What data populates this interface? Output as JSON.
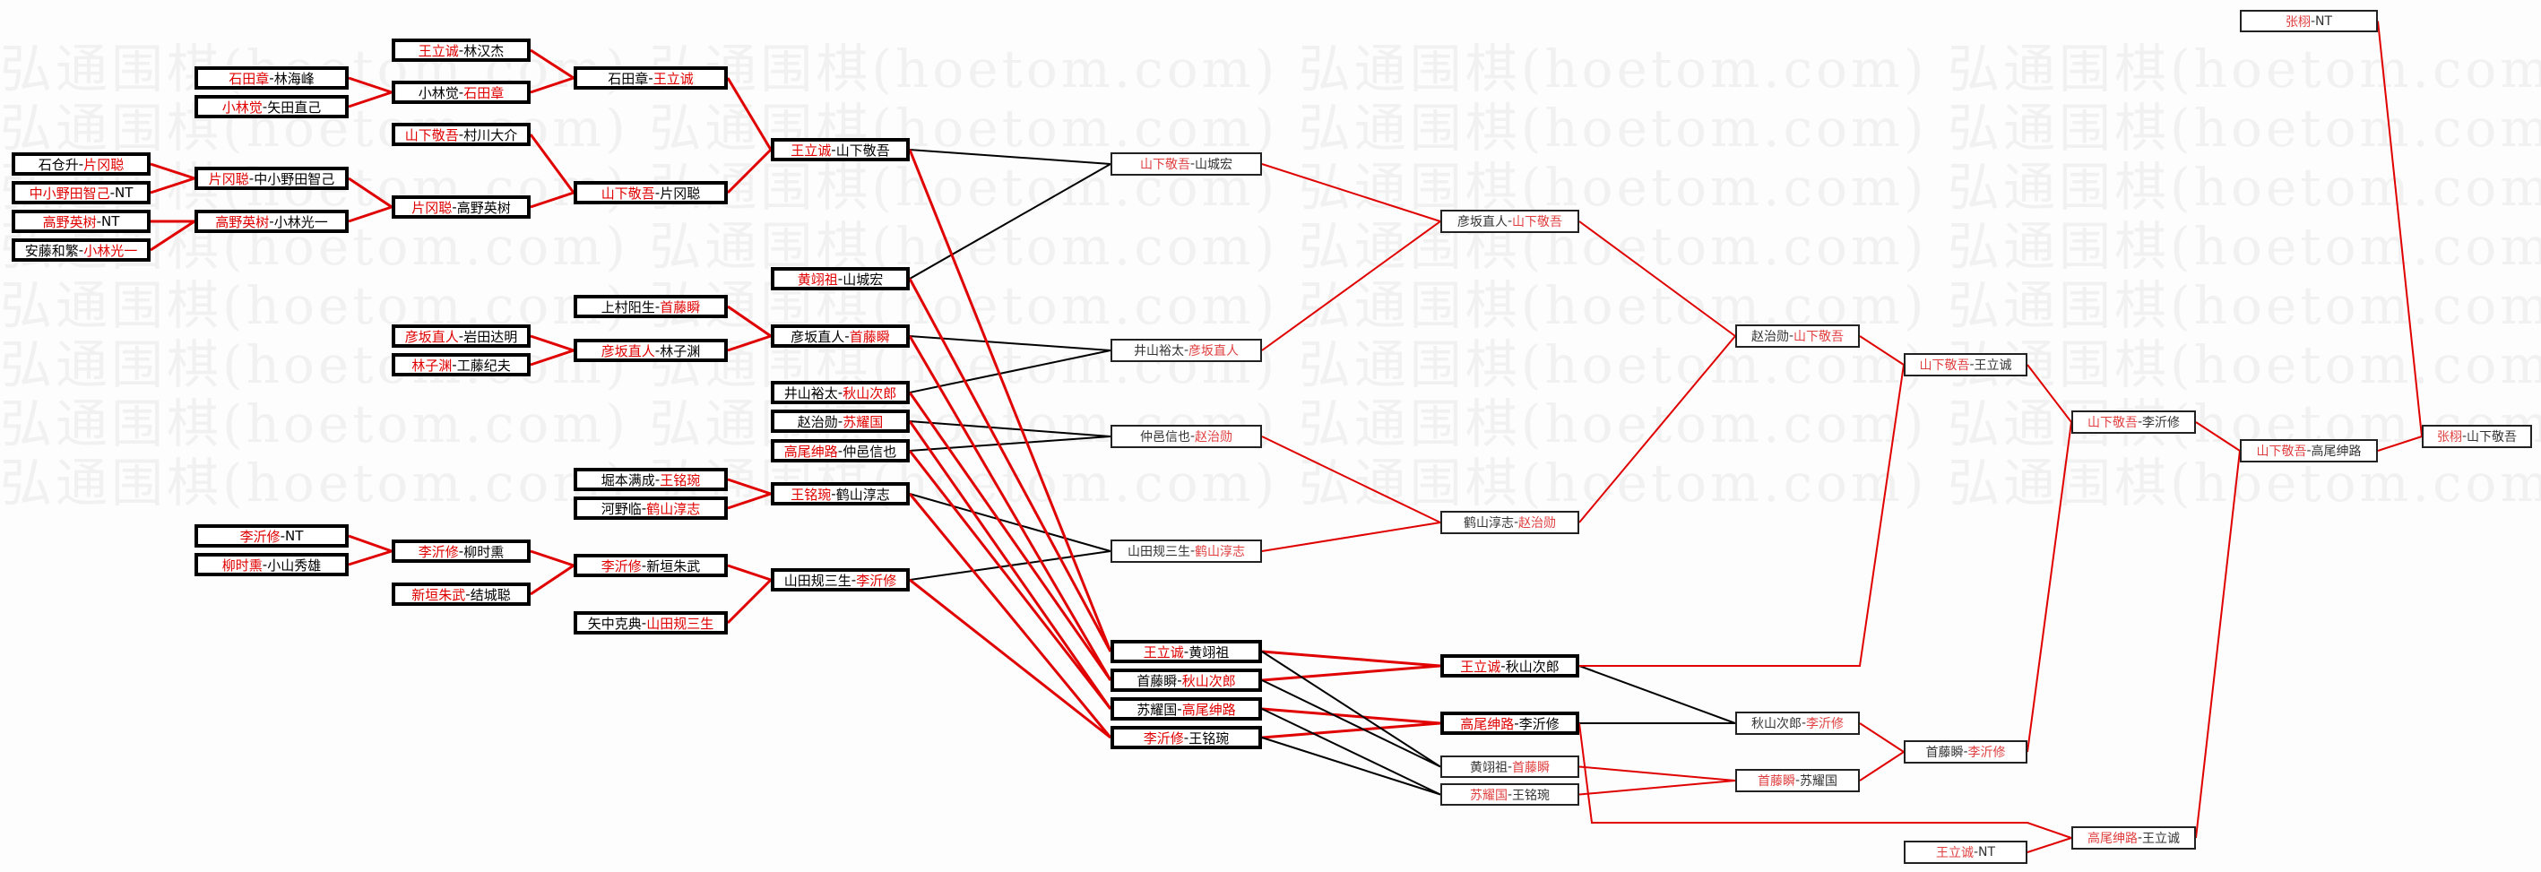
{
  "watermark": "弘通围棋(hoetom.com)",
  "colors": {
    "winner": "#e00000",
    "line_winner": "#e00000",
    "line_loser": "#000000"
  },
  "matches": [
    {
      "id": "m1",
      "p1": "石仓升",
      "p2": "片冈聪",
      "winner": 2
    },
    {
      "id": "m2",
      "p1": "中小野田智己",
      "p2": "NT",
      "winner": 1
    },
    {
      "id": "m3",
      "p1": "高野英树",
      "p2": "NT",
      "winner": 1
    },
    {
      "id": "m4",
      "p1": "安藤和繁",
      "p2": "小林光一",
      "winner": 2
    },
    {
      "id": "m5",
      "p1": "石田章",
      "p2": "林海峰",
      "winner": 1
    },
    {
      "id": "m6",
      "p1": "小林觉",
      "p2": "矢田直己",
      "winner": 1
    },
    {
      "id": "m7",
      "p1": "片冈聪",
      "p2": "中小野田智己",
      "winner": 1
    },
    {
      "id": "m8",
      "p1": "高野英树",
      "p2": "小林光一",
      "winner": 1
    },
    {
      "id": "m9",
      "p1": "彦坂直人",
      "p2": "岩田达明",
      "winner": 1
    },
    {
      "id": "m10",
      "p1": "林子渊",
      "p2": "工藤纪夫",
      "winner": 1
    },
    {
      "id": "m11",
      "p1": "李沂修",
      "p2": "NT",
      "winner": 1
    },
    {
      "id": "m12",
      "p1": "柳时熏",
      "p2": "小山秀雄",
      "winner": 1
    },
    {
      "id": "m13",
      "p1": "李沂修",
      "p2": "柳时熏",
      "winner": 1
    },
    {
      "id": "m14",
      "p1": "新垣朱武",
      "p2": "结城聪",
      "winner": 1
    },
    {
      "id": "m15",
      "p1": "王立诚",
      "p2": "林汉杰",
      "winner": 1
    },
    {
      "id": "m16",
      "p1": "小林觉",
      "p2": "石田章",
      "winner": 2
    },
    {
      "id": "m17",
      "p1": "山下敬吾",
      "p2": "村川大介",
      "winner": 1
    },
    {
      "id": "m18",
      "p1": "片冈聪",
      "p2": "高野英树",
      "winner": 1
    },
    {
      "id": "m19",
      "p1": "上村阳生",
      "p2": "首藤瞬",
      "winner": 2
    },
    {
      "id": "m20",
      "p1": "彦坂直人",
      "p2": "林子渊",
      "winner": 1
    },
    {
      "id": "m21",
      "p1": "堀本满成",
      "p2": "王铭琬",
      "winner": 2
    },
    {
      "id": "m22",
      "p1": "河野临",
      "p2": "鹤山淳志",
      "winner": 2
    },
    {
      "id": "m23",
      "p1": "李沂修",
      "p2": "新垣朱武",
      "winner": 1
    },
    {
      "id": "m24",
      "p1": "矢中克典",
      "p2": "山田规三生",
      "winner": 2
    },
    {
      "id": "m25",
      "p1": "石田章",
      "p2": "王立诚",
      "winner": 2
    },
    {
      "id": "m26",
      "p1": "山下敬吾",
      "p2": "片冈聪",
      "winner": 1
    },
    {
      "id": "m27",
      "p1": "王立诚",
      "p2": "山下敬吾",
      "winner": 1
    },
    {
      "id": "m28",
      "p1": "黄翊祖",
      "p2": "山城宏",
      "winner": 1
    },
    {
      "id": "m29",
      "p1": "彦坂直人",
      "p2": "首藤瞬",
      "winner": 2
    },
    {
      "id": "m30",
      "p1": "井山裕太",
      "p2": "秋山次郎",
      "winner": 2
    },
    {
      "id": "m31",
      "p1": "赵治勋",
      "p2": "苏耀国",
      "winner": 2
    },
    {
      "id": "m32",
      "p1": "高尾绅路",
      "p2": "仲邑信也",
      "winner": 1
    },
    {
      "id": "m33",
      "p1": "王铭琬",
      "p2": "鹤山淳志",
      "winner": 1
    },
    {
      "id": "m34",
      "p1": "山田规三生",
      "p2": "李沂修",
      "winner": 2
    },
    {
      "id": "m35",
      "p1": "山下敬吾",
      "p2": "山城宏",
      "winner": 1
    },
    {
      "id": "m36",
      "p1": "井山裕太",
      "p2": "彦坂直人",
      "winner": 2
    },
    {
      "id": "m37",
      "p1": "仲邑信也",
      "p2": "赵治勋",
      "winner": 2
    },
    {
      "id": "m38",
      "p1": "山田规三生",
      "p2": "鹤山淳志",
      "winner": 2
    },
    {
      "id": "m39",
      "p1": "王立诚",
      "p2": "黄翊祖",
      "winner": 1
    },
    {
      "id": "m40",
      "p1": "首藤瞬",
      "p2": "秋山次郎",
      "winner": 2
    },
    {
      "id": "m41",
      "p1": "苏耀国",
      "p2": "高尾绅路",
      "winner": 2
    },
    {
      "id": "m42",
      "p1": "李沂修",
      "p2": "王铭琬",
      "winner": 1
    },
    {
      "id": "m43",
      "p1": "彦坂直人",
      "p2": "山下敬吾",
      "winner": 2
    },
    {
      "id": "m44",
      "p1": "鹤山淳志",
      "p2": "赵治勋",
      "winner": 2
    },
    {
      "id": "m45",
      "p1": "王立诚",
      "p2": "秋山次郎",
      "winner": 1
    },
    {
      "id": "m46",
      "p1": "高尾绅路",
      "p2": "李沂修",
      "winner": 1
    },
    {
      "id": "m47",
      "p1": "黄翊祖",
      "p2": "首藤瞬",
      "winner": 2
    },
    {
      "id": "m48",
      "p1": "苏耀国",
      "p2": "王铭琬",
      "winner": 1
    },
    {
      "id": "m49",
      "p1": "赵治勋",
      "p2": "山下敬吾",
      "winner": 2
    },
    {
      "id": "m50",
      "p1": "秋山次郎",
      "p2": "李沂修",
      "winner": 2
    },
    {
      "id": "m51",
      "p1": "首藤瞬",
      "p2": "苏耀国",
      "winner": 1
    },
    {
      "id": "m52",
      "p1": "山下敬吾",
      "p2": "王立诚",
      "winner": 1
    },
    {
      "id": "m53",
      "p1": "首藤瞬",
      "p2": "李沂修",
      "winner": 2
    },
    {
      "id": "m54",
      "p1": "王立诚",
      "p2": "NT",
      "winner": 1
    },
    {
      "id": "m55",
      "p1": "山下敬吾",
      "p2": "李沂修",
      "winner": 1
    },
    {
      "id": "m56",
      "p1": "高尾绅路",
      "p2": "王立诚",
      "winner": 1
    },
    {
      "id": "m57",
      "p1": "张栩",
      "p2": "NT",
      "winner": 1
    },
    {
      "id": "m58",
      "p1": "山下敬吾",
      "p2": "高尾绅路",
      "winner": 1
    },
    {
      "id": "m59",
      "p1": "张栩",
      "p2": "山下敬吾",
      "winner": 1
    }
  ],
  "connections": [
    {
      "from": "m1",
      "to": "m7",
      "type": "win"
    },
    {
      "from": "m2",
      "to": "m7",
      "type": "win"
    },
    {
      "from": "m3",
      "to": "m8",
      "type": "win"
    },
    {
      "from": "m4",
      "to": "m8",
      "type": "win"
    },
    {
      "from": "m5",
      "to": "m16",
      "type": "win"
    },
    {
      "from": "m6",
      "to": "m16",
      "type": "win"
    },
    {
      "from": "m7",
      "to": "m18",
      "type": "win"
    },
    {
      "from": "m8",
      "to": "m18",
      "type": "win"
    },
    {
      "from": "m9",
      "to": "m20",
      "type": "win"
    },
    {
      "from": "m10",
      "to": "m20",
      "type": "win"
    },
    {
      "from": "m11",
      "to": "m13",
      "type": "win"
    },
    {
      "from": "m12",
      "to": "m13",
      "type": "win"
    },
    {
      "from": "m13",
      "to": "m23",
      "type": "win"
    },
    {
      "from": "m14",
      "to": "m23",
      "type": "win"
    },
    {
      "from": "m15",
      "to": "m25",
      "type": "win"
    },
    {
      "from": "m16",
      "to": "m25",
      "type": "win"
    },
    {
      "from": "m17",
      "to": "m26",
      "type": "win"
    },
    {
      "from": "m18",
      "to": "m26",
      "type": "win"
    },
    {
      "from": "m19",
      "to": "m29",
      "type": "win"
    },
    {
      "from": "m20",
      "to": "m29",
      "type": "win"
    },
    {
      "from": "m21",
      "to": "m33",
      "type": "win"
    },
    {
      "from": "m22",
      "to": "m33",
      "type": "win"
    },
    {
      "from": "m23",
      "to": "m34",
      "type": "win"
    },
    {
      "from": "m24",
      "to": "m34",
      "type": "win"
    },
    {
      "from": "m25",
      "to": "m27",
      "type": "win"
    },
    {
      "from": "m26",
      "to": "m27",
      "type": "win"
    },
    {
      "from": "m27",
      "to": "m35",
      "type": "lose"
    },
    {
      "from": "m28",
      "to": "m35",
      "type": "lose"
    },
    {
      "from": "m29",
      "to": "m36",
      "type": "lose"
    },
    {
      "from": "m30",
      "to": "m36",
      "type": "lose"
    },
    {
      "from": "m31",
      "to": "m37",
      "type": "lose"
    },
    {
      "from": "m32",
      "to": "m37",
      "type": "lose"
    },
    {
      "from": "m33",
      "to": "m38",
      "type": "lose"
    },
    {
      "from": "m34",
      "to": "m38",
      "type": "lose"
    },
    {
      "from": "m27",
      "to": "m39",
      "type": "win"
    },
    {
      "from": "m28",
      "to": "m39",
      "type": "win"
    },
    {
      "from": "m29",
      "to": "m40",
      "type": "win"
    },
    {
      "from": "m30",
      "to": "m40",
      "type": "win"
    },
    {
      "from": "m31",
      "to": "m41",
      "type": "win"
    },
    {
      "from": "m32",
      "to": "m41",
      "type": "win"
    },
    {
      "from": "m33",
      "to": "m42",
      "type": "win"
    },
    {
      "from": "m34",
      "to": "m42",
      "type": "win"
    },
    {
      "from": "m35",
      "to": "m43",
      "type": "win"
    },
    {
      "from": "m36",
      "to": "m43",
      "type": "win"
    },
    {
      "from": "m37",
      "to": "m44",
      "type": "win"
    },
    {
      "from": "m38",
      "to": "m44",
      "type": "win"
    },
    {
      "from": "m39",
      "to": "m45",
      "type": "win"
    },
    {
      "from": "m40",
      "to": "m45",
      "type": "win"
    },
    {
      "from": "m41",
      "to": "m46",
      "type": "win"
    },
    {
      "from": "m42",
      "to": "m46",
      "type": "win"
    },
    {
      "from": "m39",
      "to": "m47",
      "type": "lose"
    },
    {
      "from": "m40",
      "to": "m47",
      "type": "lose"
    },
    {
      "from": "m41",
      "to": "m48",
      "type": "lose"
    },
    {
      "from": "m42",
      "to": "m48",
      "type": "lose"
    },
    {
      "from": "m43",
      "to": "m49",
      "type": "win"
    },
    {
      "from": "m44",
      "to": "m49",
      "type": "win"
    },
    {
      "from": "m45",
      "to": "m50",
      "type": "lose"
    },
    {
      "from": "m46",
      "to": "m50",
      "type": "lose"
    },
    {
      "from": "m47",
      "to": "m51",
      "type": "win"
    },
    {
      "from": "m48",
      "to": "m51",
      "type": "win"
    },
    {
      "from": "m49",
      "to": "m52",
      "type": "win"
    },
    {
      "from": "m45",
      "to": "m52",
      "type": "win"
    },
    {
      "from": "m50",
      "to": "m53",
      "type": "win"
    },
    {
      "from": "m51",
      "to": "m53",
      "type": "win"
    },
    {
      "from": "m46",
      "to": "m56",
      "type": "win"
    },
    {
      "from": "m54",
      "to": "m56",
      "type": "win"
    },
    {
      "from": "m52",
      "to": "m55",
      "type": "win"
    },
    {
      "from": "m53",
      "to": "m55",
      "type": "win"
    },
    {
      "from": "m55",
      "to": "m58",
      "type": "win"
    },
    {
      "from": "m56",
      "to": "m58",
      "type": "win"
    },
    {
      "from": "m57",
      "to": "m59",
      "type": "win"
    },
    {
      "from": "m58",
      "to": "m59",
      "type": "win"
    }
  ]
}
